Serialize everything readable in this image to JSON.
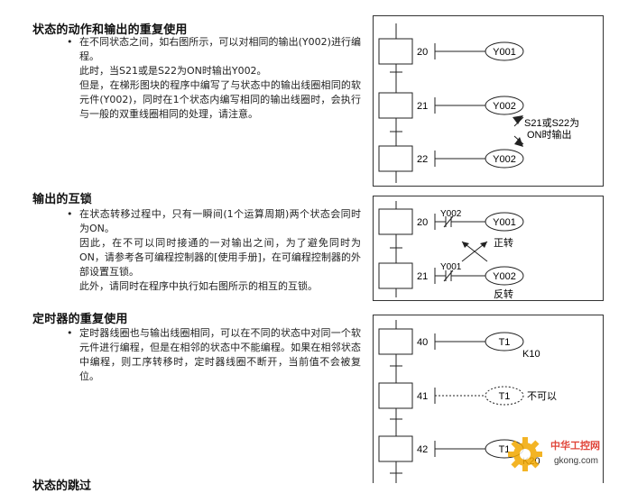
{
  "section1": {
    "heading": "状态的动作和输出的重复使用",
    "bullet": "•",
    "lines": [
      "在不同状态之间，如右图所示，可以对相同的输出(Y002)进行编程。",
      "此时，当S21或是S22为ON时输出Y002。",
      "但是，在梯形图块的程序中编写了与状态中的输出线圈相同的软元件(Y002)，同时在1个状态内编写相同的输出线圈时，会执行与一般的双重线圈相同的处理，请注意。"
    ],
    "diagram": {
      "steps": [
        "20",
        "21",
        "22"
      ],
      "outputs": [
        "Y001",
        "Y002",
        "Y002"
      ],
      "note_line1": "S21或S22为",
      "note_line2": "ON时输出"
    }
  },
  "section2": {
    "heading": "输出的互锁",
    "bullet": "•",
    "lines": [
      "在状态转移过程中，只有一瞬间(1个运算周期)两个状态会同时为ON。",
      "因此，在不可以同时接通的一对输出之间，为了避免同时为ON，请参考各可编程控制器的[使用手册]，在可编程控制器的外部设置互锁。",
      "此外，请同时在程序中执行如右图所示的相互的互锁。"
    ],
    "diagram": {
      "steps": [
        "20",
        "21"
      ],
      "contacts": [
        "Y002",
        "Y001"
      ],
      "outputs": [
        "Y001",
        "Y002"
      ],
      "label_forward": "正转",
      "label_reverse": "反转"
    }
  },
  "section3": {
    "heading": "定时器的重复使用",
    "bullet": "•",
    "lines": [
      "定时器线圈也与输出线圈相同，可以在不同的状态中对同一个软元件进行编程，但是在相邻的状态中不能编程。如果在相邻状态中编程，则工序转移时，定时器线圈不断开，当前值不会被复位。"
    ],
    "diagram": {
      "steps": [
        "40",
        "41",
        "42"
      ],
      "timers": [
        "T1",
        "T1",
        "T1"
      ],
      "constants": [
        "K10",
        "K20"
      ],
      "not_allowed": "不可以"
    }
  },
  "next_heading_fragment": "状态的跳过",
  "watermark": {
    "line1": "中华工控网",
    "line2": "gkong.com"
  }
}
